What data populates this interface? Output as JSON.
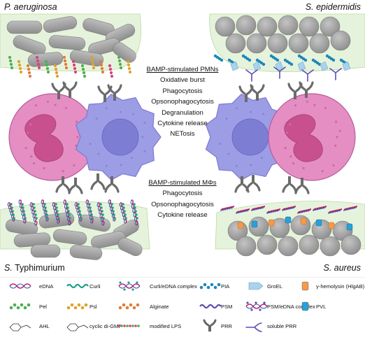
{
  "figure": {
    "corners": {
      "top_left": "P. aeruginosa",
      "top_right": "S. epidermidis",
      "bottom_left": "S. Typhimurium",
      "bottom_right": "S. aureus"
    },
    "pmn_box": {
      "title": "BAMP-stimulated PMNs",
      "items": [
        "Oxidative burst",
        "Phagocytosis",
        "Opsonophagocytosis",
        "Degranulation",
        "Cytokine release",
        "NETosis"
      ]
    },
    "mphi_box": {
      "title": "BAMP-stimulated MΦs",
      "items": [
        "Phagocytosis",
        "Opsonophagocytosis",
        "Cytokine release"
      ]
    }
  },
  "legend": [
    {
      "label": "eDNA",
      "icon": "edna-icon",
      "color": "#c2185b"
    },
    {
      "label": "Curli",
      "icon": "curli-icon",
      "color": "#1fa08a"
    },
    {
      "label": "Curli/eDNA complex",
      "icon": "curli-edna-complex-icon",
      "color": "#1fa08a"
    },
    {
      "label": "PIA",
      "icon": "pia-icon",
      "color": "#1e88b8"
    },
    {
      "label": "GroEL",
      "icon": "groel-icon",
      "color": "#a9d2ec"
    },
    {
      "label": "γ-hemolysin (HlgAB)",
      "icon": "gamma-hemolysin-icon",
      "color": "#f39a4c"
    },
    {
      "label": "Pel",
      "icon": "pel-icon",
      "color": "#4caf50"
    },
    {
      "label": "Psl",
      "icon": "psl-icon",
      "color": "#e0a12a"
    },
    {
      "label": "Alginate",
      "icon": "alginate-icon",
      "color": "#e07b39"
    },
    {
      "label": "PSM",
      "icon": "psm-icon",
      "color": "#5c4db8"
    },
    {
      "label": "PSM/eDNA complex",
      "icon": "psm-edna-complex-icon",
      "color": "#5c4db8"
    },
    {
      "label": "PVL",
      "icon": "pvl-icon",
      "color": "#29a0d8"
    },
    {
      "label": "AHL",
      "icon": "ahl-icon",
      "color": "#333333"
    },
    {
      "label": "cyclic di-GMP",
      "icon": "cyclic-di-gmp-icon",
      "color": "#333333"
    },
    {
      "label": "modified LPS",
      "icon": "modified-lps-icon",
      "color": "#d8437a"
    },
    {
      "label": "PRR",
      "icon": "prr-icon",
      "color": "#666666"
    },
    {
      "label": "soluble PRR",
      "icon": "soluble-prr-icon",
      "color": "#5c4db8"
    }
  ],
  "colors": {
    "biofilm_bg": "#e6f3dc",
    "neutrophil": "#e48ec4",
    "neutrophil_nucleus": "#c9508f",
    "macrophage": "#9d9de6",
    "macrophage_nucleus": "#7d7dd4",
    "bacteria": "#a9a9a9",
    "prr": "#6b6b6b"
  }
}
